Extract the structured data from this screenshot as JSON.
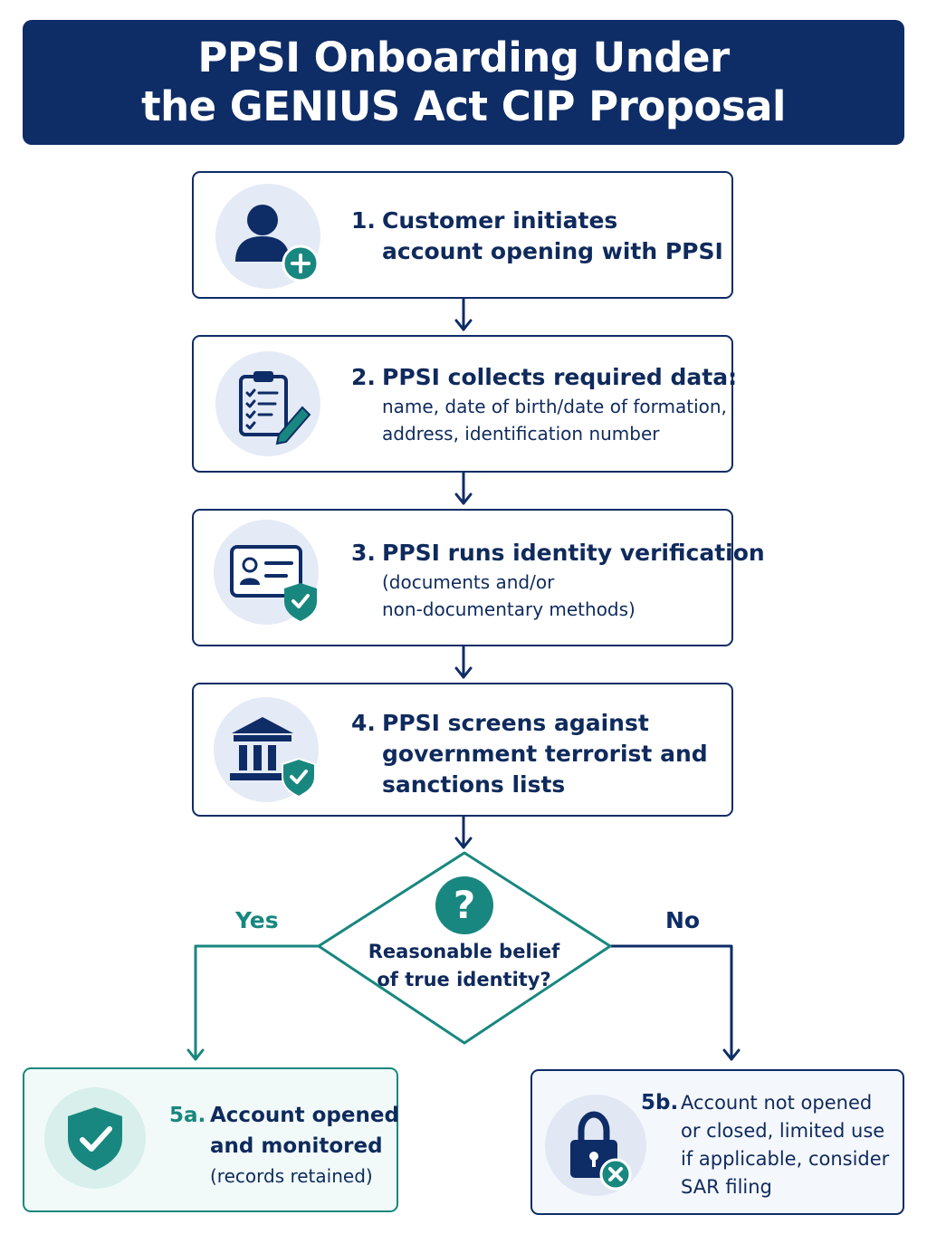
{
  "title": {
    "line1": "PPSI Onboarding Under",
    "line2": "the GENIUS Act CIP Proposal"
  },
  "steps": [
    {
      "number": "1.",
      "heading_lines": [
        "Customer initiates",
        "account opening with PPSI"
      ],
      "detail_lines": [],
      "icon": "user-add-icon"
    },
    {
      "number": "2.",
      "heading_lines": [
        "PPSI collects required data:"
      ],
      "detail_lines": [
        "name, date of birth/date of formation,",
        "address, identification number"
      ],
      "icon": "clipboard-checklist-icon"
    },
    {
      "number": "3.",
      "heading_lines": [
        "PPSI runs identity verification"
      ],
      "detail_lines": [
        "(documents and/or",
        "non-documentary methods)"
      ],
      "icon": "id-card-shield-icon"
    },
    {
      "number": "4.",
      "heading_lines": [
        "PPSI screens against",
        "government terrorist and",
        "sanctions lists"
      ],
      "detail_lines": [],
      "icon": "bank-shield-icon"
    }
  ],
  "decision": {
    "symbol": "?",
    "question_lines": [
      "Reasonable belief",
      "of true identity?"
    ],
    "yes_label": "Yes",
    "no_label": "No"
  },
  "outcomes": {
    "yes": {
      "number": "5a.",
      "heading_lines": [
        "Account opened",
        "and monitored"
      ],
      "detail_lines": [
        "(records retained)"
      ],
      "icon": "shield-check-icon"
    },
    "no": {
      "number": "5b.",
      "lines": [
        "Account not opened",
        "or closed, limited use",
        "if applicable, consider",
        "SAR filing"
      ],
      "icon": "padlock-x-icon"
    }
  },
  "colors": {
    "navy": "#0e2c66",
    "teal": "#18877f",
    "light_blue": "#e4ebf6",
    "light_teal": "#e6f5f3"
  }
}
